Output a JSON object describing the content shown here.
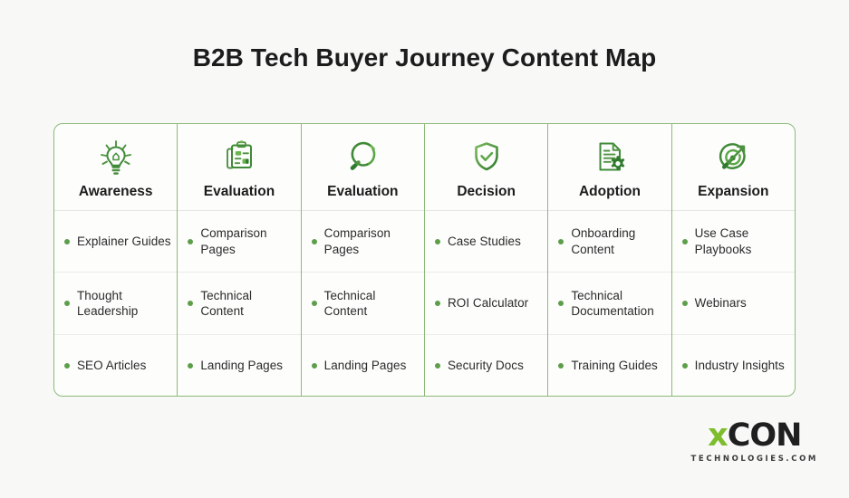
{
  "page": {
    "title": "B2B Tech Buyer Journey Content Map",
    "background_color": "#f8f8f7",
    "accent_color": "#5d9e4b",
    "border_color": "#8cbb79"
  },
  "columns": [
    {
      "stage": "Awareness",
      "icon": "lightbulb-icon",
      "items": [
        "Explainer Guides",
        "Thought Leadership",
        "SEO Articles"
      ]
    },
    {
      "stage": "Evaluation",
      "icon": "clipboard-checklist-icon",
      "items": [
        "Comparison Pages",
        "Technical Content",
        "Landing Pages"
      ]
    },
    {
      "stage": "Evaluation",
      "icon": "magnifying-glass-icon",
      "items": [
        "Comparison Pages",
        "Technical Content",
        "Landing Pages"
      ]
    },
    {
      "stage": "Decision",
      "icon": "shield-check-icon",
      "items": [
        "Case Studies",
        "ROI Calculator",
        "Security Docs"
      ]
    },
    {
      "stage": "Adoption",
      "icon": "document-gear-icon",
      "items": [
        "Onboarding Content",
        "Technical Documentation",
        "Training Guides"
      ]
    },
    {
      "stage": "Expansion",
      "icon": "target-arrow-icon",
      "items": [
        "Use Case Playbooks",
        "Webinars",
        "Industry Insights"
      ]
    }
  ],
  "logo": {
    "mark_accent": "x",
    "mark_rest": "CON",
    "tagline": "TECHNOLOGIES.COM",
    "accent_color": "#7dbd2e"
  }
}
